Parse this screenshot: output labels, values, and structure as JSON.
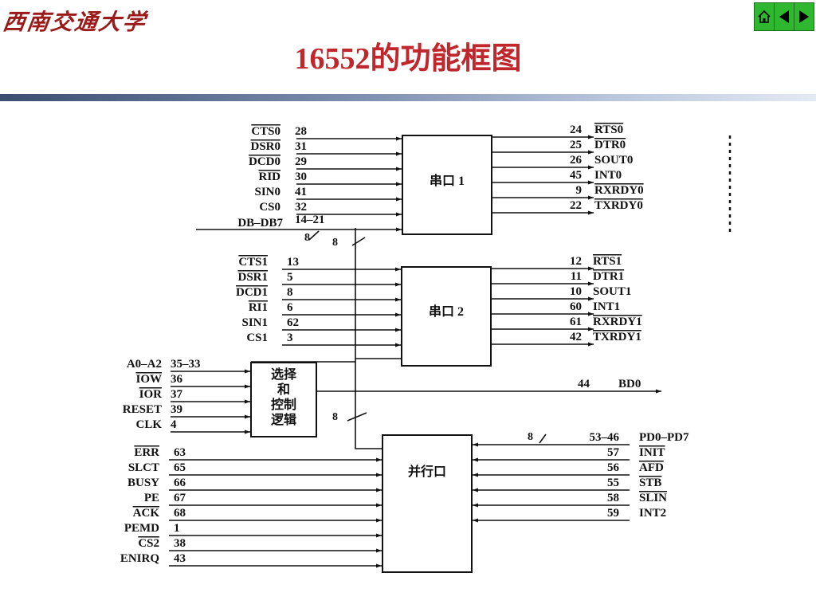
{
  "header": {
    "logo": "西南交通大学",
    "title": "16552的功能框图"
  },
  "nav": {
    "home_icon": "home-icon",
    "prev_icon": "triangle-left-icon",
    "next_icon": "triangle-right-icon",
    "color": "#2fb82f"
  },
  "blocks": {
    "uart1": "串口 1",
    "uart2": "串口 2",
    "select": [
      "选择",
      "和",
      "控制",
      "逻辑"
    ],
    "parallel": "并行口"
  },
  "uart1_inputs": [
    {
      "signal": "CTS0",
      "pin": "28",
      "overbar": true
    },
    {
      "signal": "DSR0",
      "pin": "31",
      "overbar": true
    },
    {
      "signal": "DCD0",
      "pin": "29",
      "overbar": true
    },
    {
      "signal": "RID",
      "pin": "30",
      "overbar": true
    },
    {
      "signal": "SIN0",
      "pin": "41",
      "overbar": false
    },
    {
      "signal": "CS0",
      "pin": "32",
      "overbar": false
    }
  ],
  "databus": {
    "signal": "DB–DB7",
    "pin": "14–21",
    "width1": "8",
    "width2": "8",
    "width3": "8"
  },
  "uart1_outputs": [
    {
      "pin": "24",
      "signal": "RTS0",
      "overbar": true
    },
    {
      "pin": "25",
      "signal": "DTR0",
      "overbar": true
    },
    {
      "pin": "26",
      "signal": "SOUT0",
      "overbar": false
    },
    {
      "pin": "45",
      "signal": "INT0",
      "overbar": false
    },
    {
      "pin": "9",
      "signal": "RXRDY0",
      "overbar": true
    },
    {
      "pin": "22",
      "signal": "TXRDY0",
      "overbar": true
    }
  ],
  "uart2_inputs": [
    {
      "signal": "CTS1",
      "pin": "13",
      "overbar": true
    },
    {
      "signal": "DSR1",
      "pin": "5",
      "overbar": true
    },
    {
      "signal": "DCD1",
      "pin": "8",
      "overbar": true
    },
    {
      "signal": "RI1",
      "pin": "6",
      "overbar": true
    },
    {
      "signal": "SIN1",
      "pin": "62",
      "overbar": false
    },
    {
      "signal": "CS1",
      "pin": "3",
      "overbar": false
    }
  ],
  "uart2_outputs": [
    {
      "pin": "12",
      "signal": "RTS1",
      "overbar": true
    },
    {
      "pin": "11",
      "signal": "DTR1",
      "overbar": true
    },
    {
      "pin": "10",
      "signal": "SOUT1",
      "overbar": false
    },
    {
      "pin": "60",
      "signal": "INT1",
      "overbar": false
    },
    {
      "pin": "61",
      "signal": "RXRDY1",
      "overbar": true
    },
    {
      "pin": "42",
      "signal": "TXRDY1",
      "overbar": true
    }
  ],
  "select_inputs": [
    {
      "signal": "A0–A2",
      "pin": "35–33",
      "overbar": false
    },
    {
      "signal": "IOW",
      "pin": "36",
      "overbar": true
    },
    {
      "signal": "IOR",
      "pin": "37",
      "overbar": true
    },
    {
      "signal": "RESET",
      "pin": "39",
      "overbar": false
    },
    {
      "signal": "CLK",
      "pin": "4",
      "overbar": false
    }
  ],
  "select_output": {
    "pin": "44",
    "signal": "BD0"
  },
  "parallel_inputs": [
    {
      "signal": "ERR",
      "pin": "63",
      "overbar": true
    },
    {
      "signal": "SLCT",
      "pin": "65",
      "overbar": false
    },
    {
      "signal": "BUSY",
      "pin": "66",
      "overbar": false
    },
    {
      "signal": "PE",
      "pin": "67",
      "overbar": false
    },
    {
      "signal": "ACK",
      "pin": "68",
      "overbar": true
    },
    {
      "signal": "PEMD",
      "pin": "1",
      "overbar": false
    },
    {
      "signal": "CS2",
      "pin": "38",
      "overbar": true
    },
    {
      "signal": "ENIRQ",
      "pin": "43",
      "overbar": false
    }
  ],
  "parallel_outputs": [
    {
      "pin": "53–46",
      "signal": "PD0–PD7",
      "overbar": false,
      "bus_width": "8"
    },
    {
      "pin": "57",
      "signal": "INIT",
      "overbar": true
    },
    {
      "pin": "56",
      "signal": "AFD",
      "overbar": true
    },
    {
      "pin": "55",
      "signal": "STB",
      "overbar": true
    },
    {
      "pin": "58",
      "signal": "SLIN",
      "overbar": true
    },
    {
      "pin": "59",
      "signal": "INT2",
      "overbar": false
    }
  ]
}
